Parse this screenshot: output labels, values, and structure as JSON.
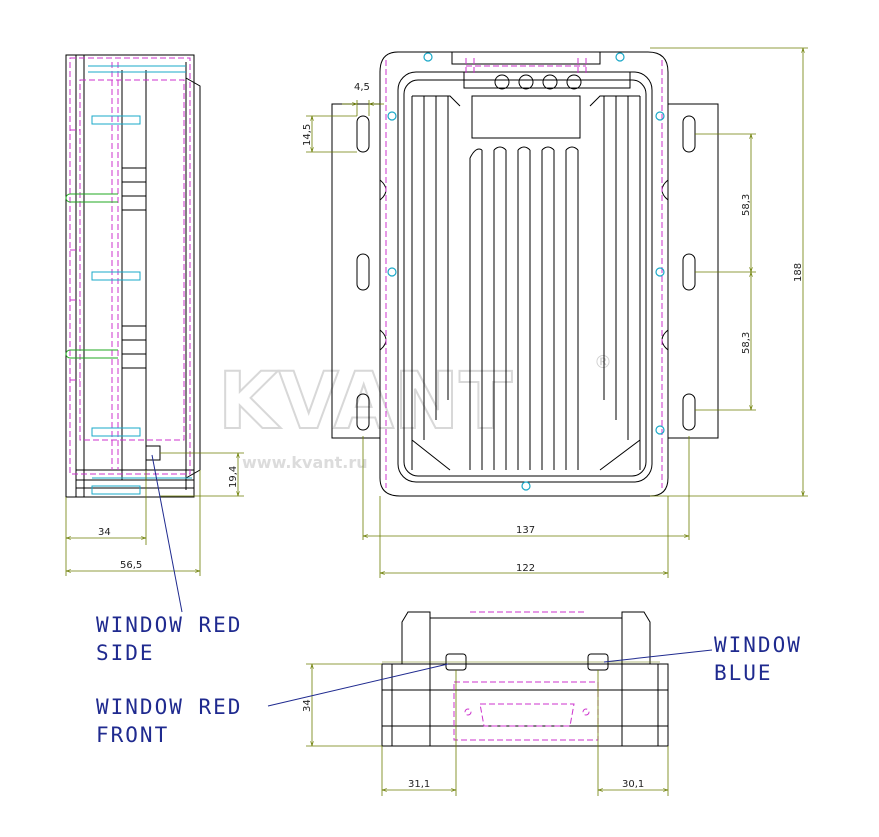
{
  "drawing": {
    "dimensions": {
      "side_depth": "34",
      "side_total": "56,5",
      "side_window_height": "19,4",
      "slot_width": "4,5",
      "slot_length": "14,5",
      "slot_pitch_upper": "58,3",
      "slot_pitch_lower": "58,3",
      "body_height": "188",
      "flange_width": "137",
      "body_width": "122",
      "front_height": "34",
      "front_left_offset": "31,1",
      "front_right_offset": "30,1"
    },
    "labels": {
      "window_red_side": [
        "WINDOW RED",
        "SIDE"
      ],
      "window_red_front": [
        "WINDOW RED",
        "FRONT"
      ],
      "window_blue": [
        "WINDOW",
        "BLUE"
      ]
    },
    "watermark": {
      "brand": "KVANT",
      "url": "www.kvant.ru",
      "registered": "®"
    },
    "colors": {
      "outline": "#000000",
      "dimension": "#6b7d00",
      "hidden": "#cc33cc",
      "cyan": "#1aa8c8",
      "green": "#22aa22",
      "leader": "#1f2a8f"
    }
  }
}
